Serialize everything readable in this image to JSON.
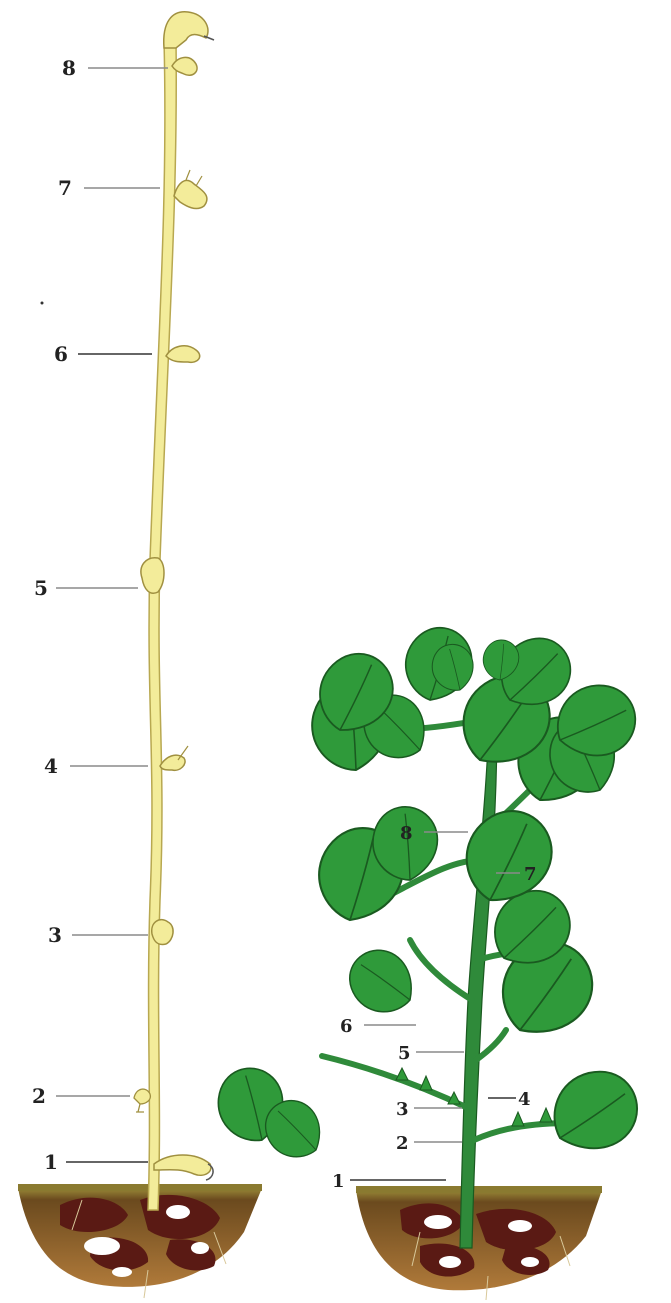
{
  "etiolated_plant": {
    "node_labels": [
      "1",
      "2",
      "3",
      "4",
      "5",
      "6",
      "7",
      "8"
    ]
  },
  "green_plant": {
    "node_labels": [
      "1",
      "2",
      "3",
      "4",
      "5",
      "6",
      "7",
      "8"
    ]
  },
  "colors": {
    "etiolated_stem": "#f3ec9a",
    "etiolated_outline": "#b8a850",
    "leaf_green": "#2f9a3a",
    "leaf_dark": "#1e6e26",
    "stem_green": "#2f8a3a",
    "soil_top": "#6b6228",
    "soil_body": "#7a3b1c",
    "tuber": "#5a1a14"
  }
}
